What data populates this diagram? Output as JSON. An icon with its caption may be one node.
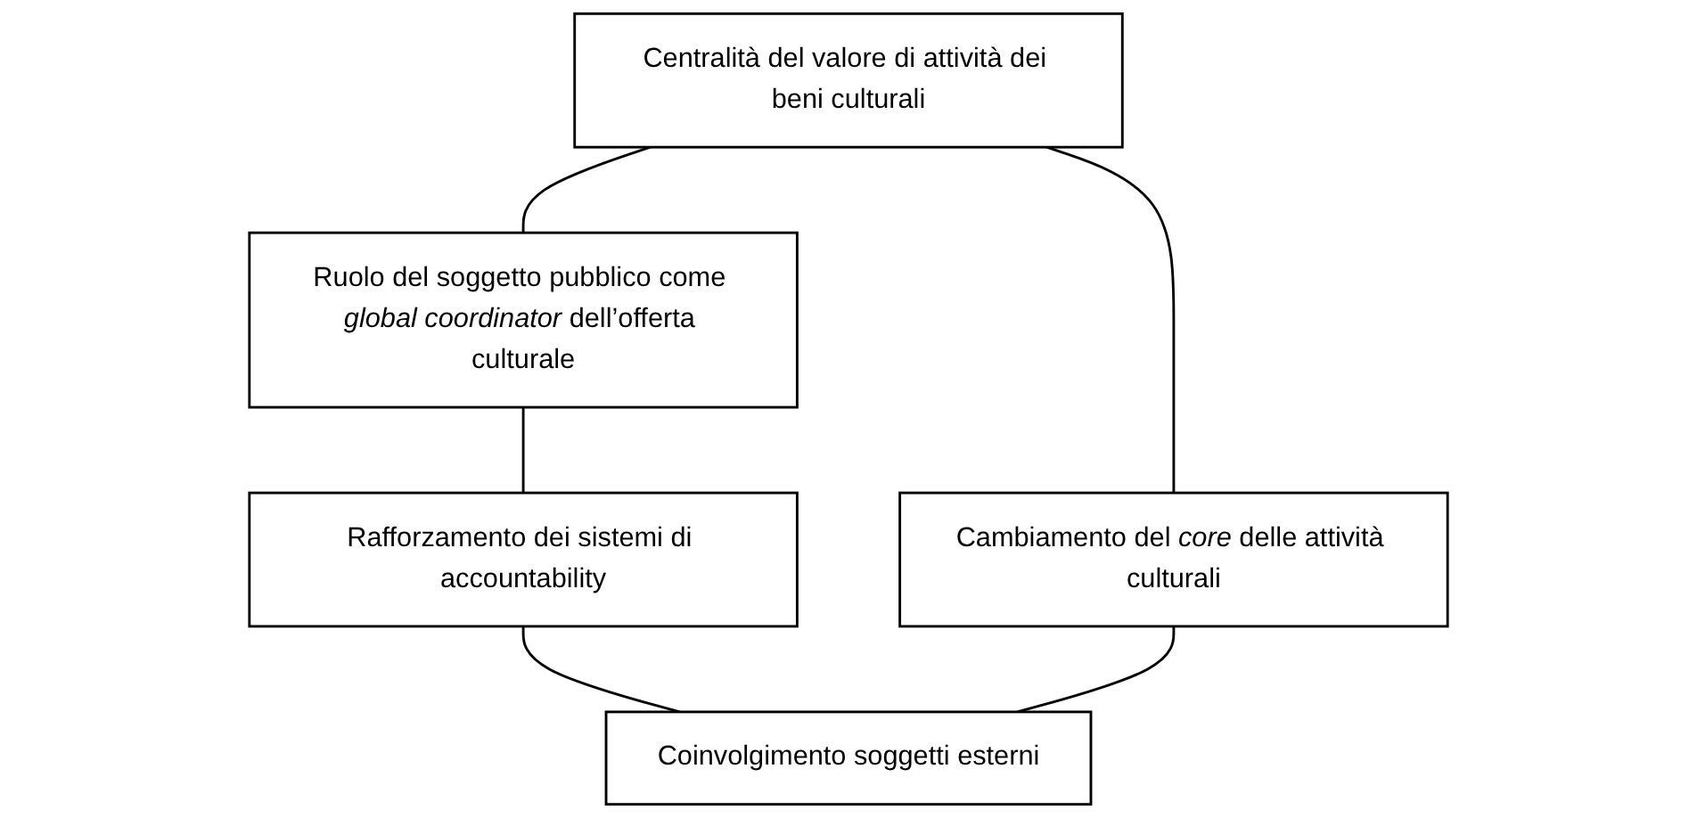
{
  "diagram": {
    "nodes": [
      {
        "text": [
          "Centralità del valore di attività dei beni culturali"
        ]
      },
      {
        "text": [
          "Ruolo del soggetto pubblico come *global coordinator* dell’offerta culturale"
        ]
      },
      {
        "text": [
          "Cambiamento del *core* delle attività culturali"
        ]
      },
      {
        "text": [
          "Rafforzamento dei sistemi di accountability"
        ]
      },
      {
        "text": [
          "Coinvolgimento soggetti esterni"
        ]
      }
    ],
    "edges": [
      {
        "from": 0,
        "to": 1,
        "arrow": "none"
      },
      {
        "from": 0,
        "to": 2,
        "arrow": "none"
      },
      {
        "from": 1,
        "to": 3,
        "arrow": "none"
      },
      {
        "from": 3,
        "to": 4,
        "arrow": "none"
      },
      {
        "from": 2,
        "to": 4,
        "arrow": "none"
      }
    ]
  }
}
